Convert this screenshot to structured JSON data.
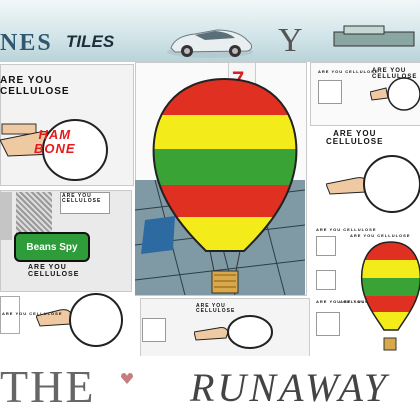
{
  "header": {
    "title_left": "NES",
    "title_tiles": "TILES",
    "title_right": "Y"
  },
  "panels": {
    "top_left_label": "ARE YOU\nCELLULOSE",
    "hambone": "HAM\nBONE",
    "mid_left_small_label": "ARE YOU\nCELLULOSE",
    "bottom_left_label": "ARE YOU\nCELLULOSE",
    "spy_logo": "Beans Spy",
    "center_bottom_label": "ARE YOU\nCELLULOSE",
    "right_top_label": "ARE YOU CELLULOSE",
    "right_top_label2": "ARE YOU CELLULOSE",
    "right_mid_label": "ARE YOU\nCELLULOSE",
    "right_small_label_1": "ARE YOU CELLULOSE",
    "right_small_label_2": "ARE YOU CELLULOSE",
    "right_small_label_3": "ARE YOU CELLULOSE",
    "right_small_label_4": "ARE YOU CELLULOSE",
    "left_small_label_2": "ARE YOU CELLULOSE"
  },
  "balloon": {
    "seven": "7",
    "colors": {
      "yellow": "#f3ec1a",
      "green": "#3aa335",
      "red": "#e03022"
    }
  },
  "footer": {
    "the": "THE",
    "runaway": "RUNAWAY"
  },
  "icons": [
    "car-icon",
    "hand-icon",
    "speech-bubble-icon",
    "balloon-icon",
    "slot-seven-icon",
    "heart-mark-icon"
  ]
}
